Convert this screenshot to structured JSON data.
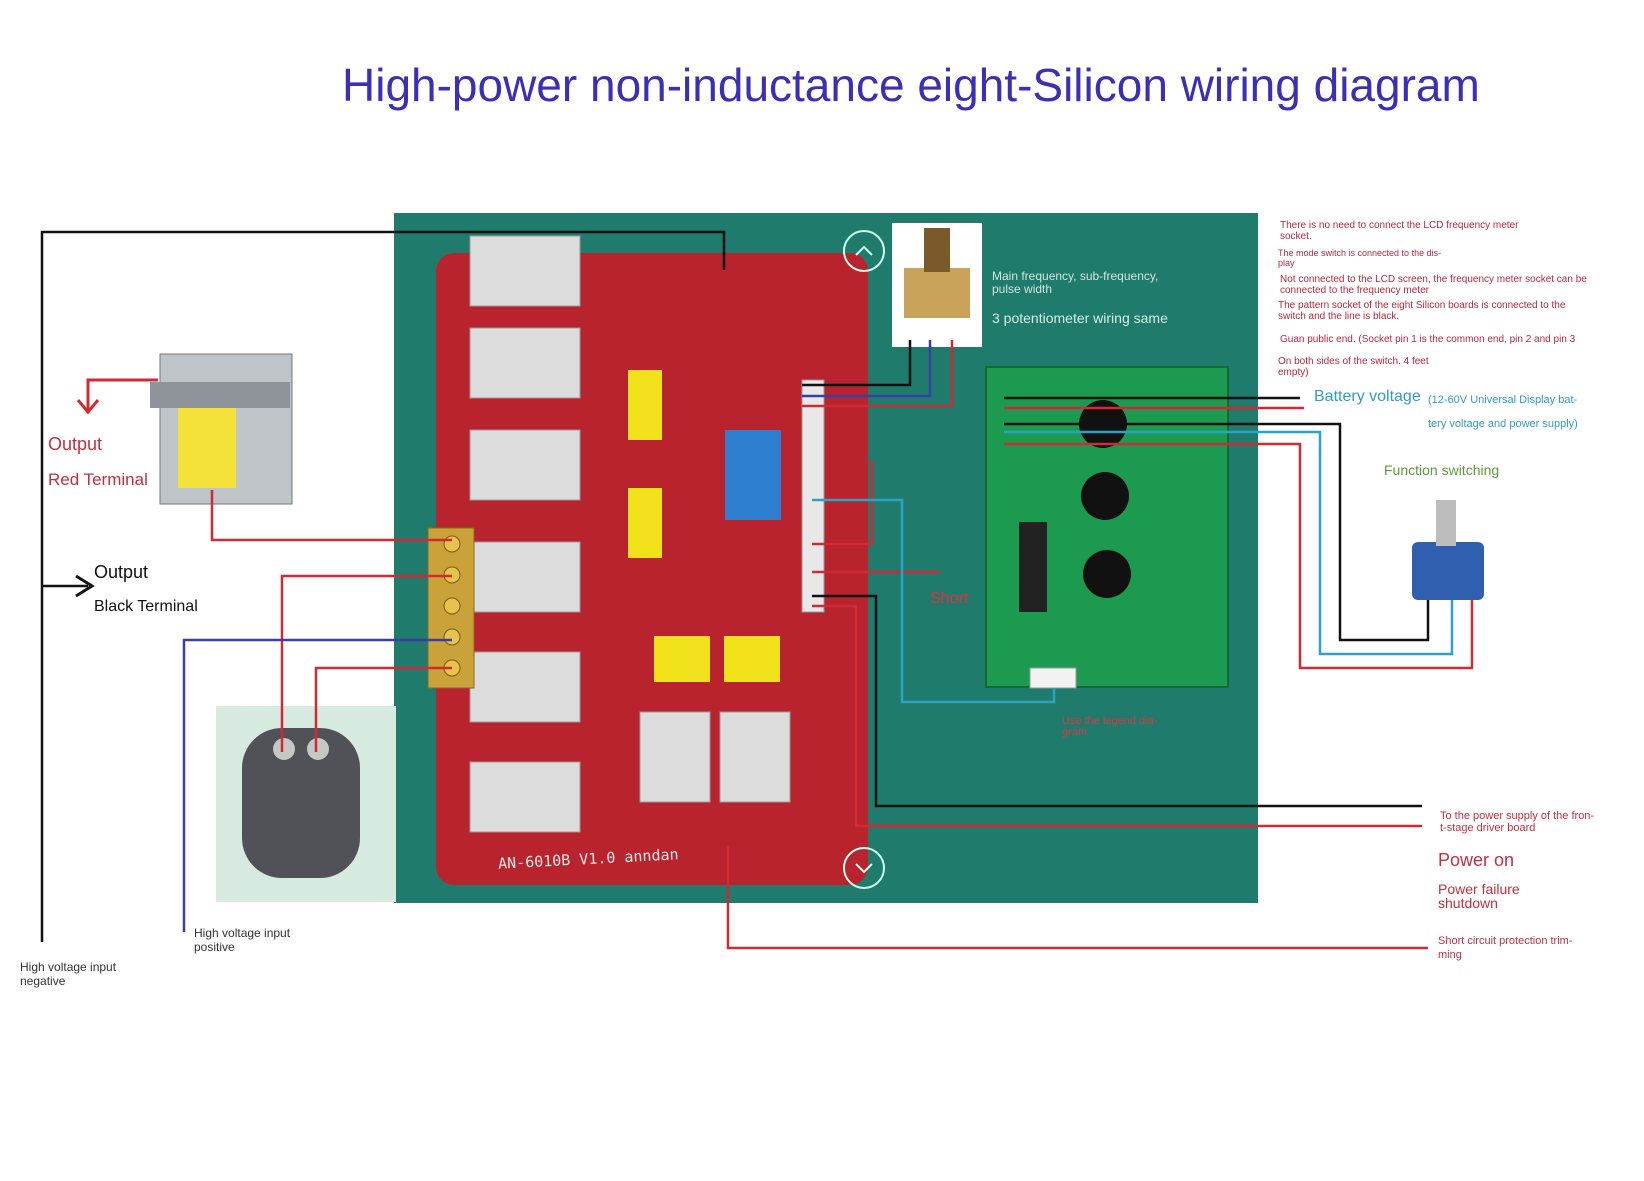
{
  "title": "High-power non-inductance eight-Silicon wiring diagram",
  "left": {
    "output_red_1": "Output",
    "output_red_2": "Red Terminal",
    "output_black_1": "Output",
    "output_black_2": "Black Terminal",
    "hv_positive_1": "High voltage input",
    "hv_positive_2": "positive",
    "hv_negative_1": "High voltage input",
    "hv_negative_2": "negative"
  },
  "board": {
    "model": "AN-6010B V1.0 anndan",
    "short_label": "Short",
    "pot_label_1": "Main frequency, sub-frequency,",
    "pot_label_2": "pulse width",
    "pot_label_3": "3 potentiometer wiring same",
    "legend_ref_1": "Use the legend dia-",
    "legend_ref_2": "gram"
  },
  "right": {
    "note1_1": "There is no need to connect the LCD frequency meter",
    "note1_2": "socket.",
    "note2_1": "The mode switch is connected to the dis-",
    "note2_2": "play",
    "note3_1": "Not connected to the LCD screen, the frequency meter socket can be",
    "note3_2": "connected to the frequency meter",
    "note4_1": "The pattern socket of the eight Silicon boards is connected to the",
    "note4_2": "switch and the line is black.",
    "note5": "Guan public end. (Socket pin 1 is the common end, pin 2 and pin 3",
    "note6_1": "On both sides of the switch. 4 feet",
    "note6_2": "empty)",
    "battery_voltage": "Battery voltage",
    "battery_note_1": "(12-60V Universal Display bat-",
    "battery_note_2": "tery voltage and power supply)",
    "function_switching": "Function switching",
    "power_supply_1": "To the power supply of the fron-",
    "power_supply_2": "t-stage driver board",
    "power_on": "Power on",
    "power_failure_1": "Power failure",
    "power_failure_2": "shutdown",
    "short_protect_1": "Short circuit protection trim-",
    "short_protect_2": "ming"
  },
  "colors": {
    "title": "#3b2fb6",
    "red_wire": "#d12a34",
    "blue_wire": "#3a3fa8",
    "cyan_wire": "#2aa3c9",
    "black_wire": "#111111",
    "pcb_bg": "#1f7b6c",
    "board": "#b8232d",
    "lcd_board": "#1c9a4f"
  }
}
